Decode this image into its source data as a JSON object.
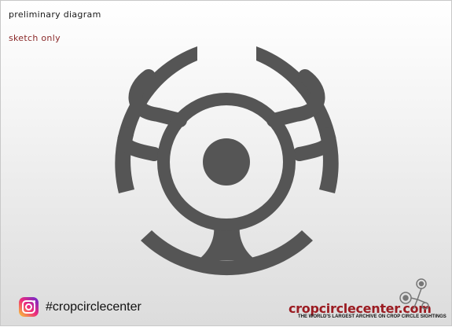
{
  "header": {
    "title": "preliminary diagram",
    "subtitle": "sketch only"
  },
  "diagram": {
    "fill_color": "#555555",
    "background_color": "#f0f0f0"
  },
  "footer": {
    "social_icon": "instagram-icon",
    "social_handle": "#cropcirclecenter",
    "brand_name": "cropcirclecenter.com",
    "brand_color": "#9b1c22",
    "tagline": "THE WORLD'S LARGEST ARCHIVE ON CROP CIRCLE SIGHTINGS",
    "logo_icon": "crop-circle-logo-icon"
  }
}
